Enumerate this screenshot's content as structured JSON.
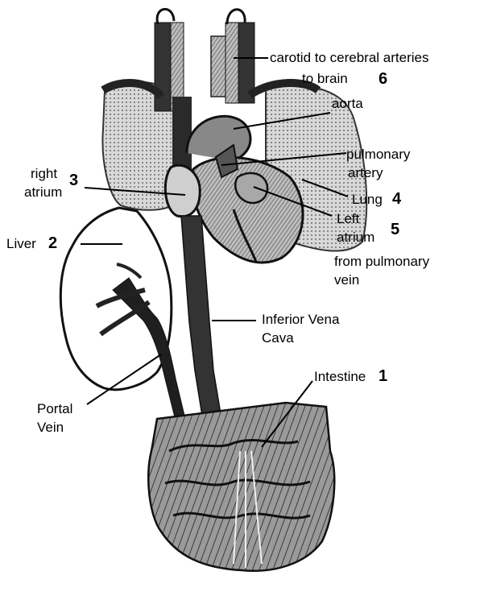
{
  "labels": {
    "carotid_line1": "carotid to cerebral arteries",
    "carotid_line2": "to brain",
    "carotid_num": "6",
    "aorta": "aorta",
    "pulmonary_artery_line1": "pulmonary",
    "pulmonary_artery_line2": "artery",
    "right_atrium_line1": "right",
    "right_atrium_line2": "atrium",
    "right_atrium_num": "3",
    "lung": "Lung",
    "lung_num": "4",
    "left_atrium_line1": "Left",
    "left_atrium_line2": "atrium",
    "left_atrium_num": "5",
    "from_pv_line1": "from pulmonary",
    "from_pv_line2": "vein",
    "liver": "Liver",
    "liver_num": "2",
    "ivc_line1": "Inferior Vena",
    "ivc_line2": "Cava",
    "intestine": "Intestine",
    "intestine_num": "1",
    "portal_line1": "Portal",
    "portal_line2": "Vein"
  }
}
